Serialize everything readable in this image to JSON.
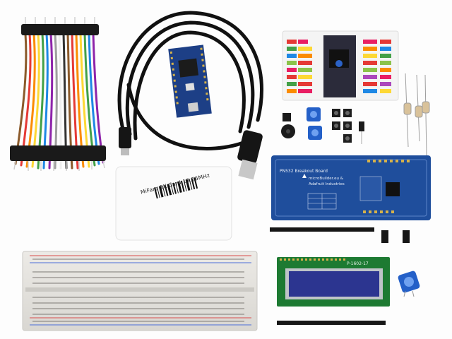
{
  "photo": {
    "mifare_card_label": "MiFare 1K Card 13.56MHz",
    "pn532_board_title": "PN532 Breakout Board",
    "pn532_board_credit_line1": "microBuilder.eu &",
    "pn532_board_credit_line2": "Adafruit Industries",
    "lcd_part_number": "P-1602-17"
  },
  "colors": {
    "background": "#fdfdfd",
    "mbed_board": "#1d3f86",
    "pn532_board": "#1f4e9c",
    "lcd_pcb": "#1d7a32",
    "lcd_screen": "#2c3590",
    "usb_cable": "#111111",
    "trimpot": "#2460c8"
  },
  "icons": [
    "jumper-wire-bundle",
    "usb-cable",
    "microcontroller-board",
    "pinout-card",
    "rfid-card",
    "nfc-breakout-board",
    "breadboard",
    "lcd-module",
    "header-pins",
    "trimpot",
    "tactile-button",
    "resistor",
    "piezo-buzzer"
  ]
}
